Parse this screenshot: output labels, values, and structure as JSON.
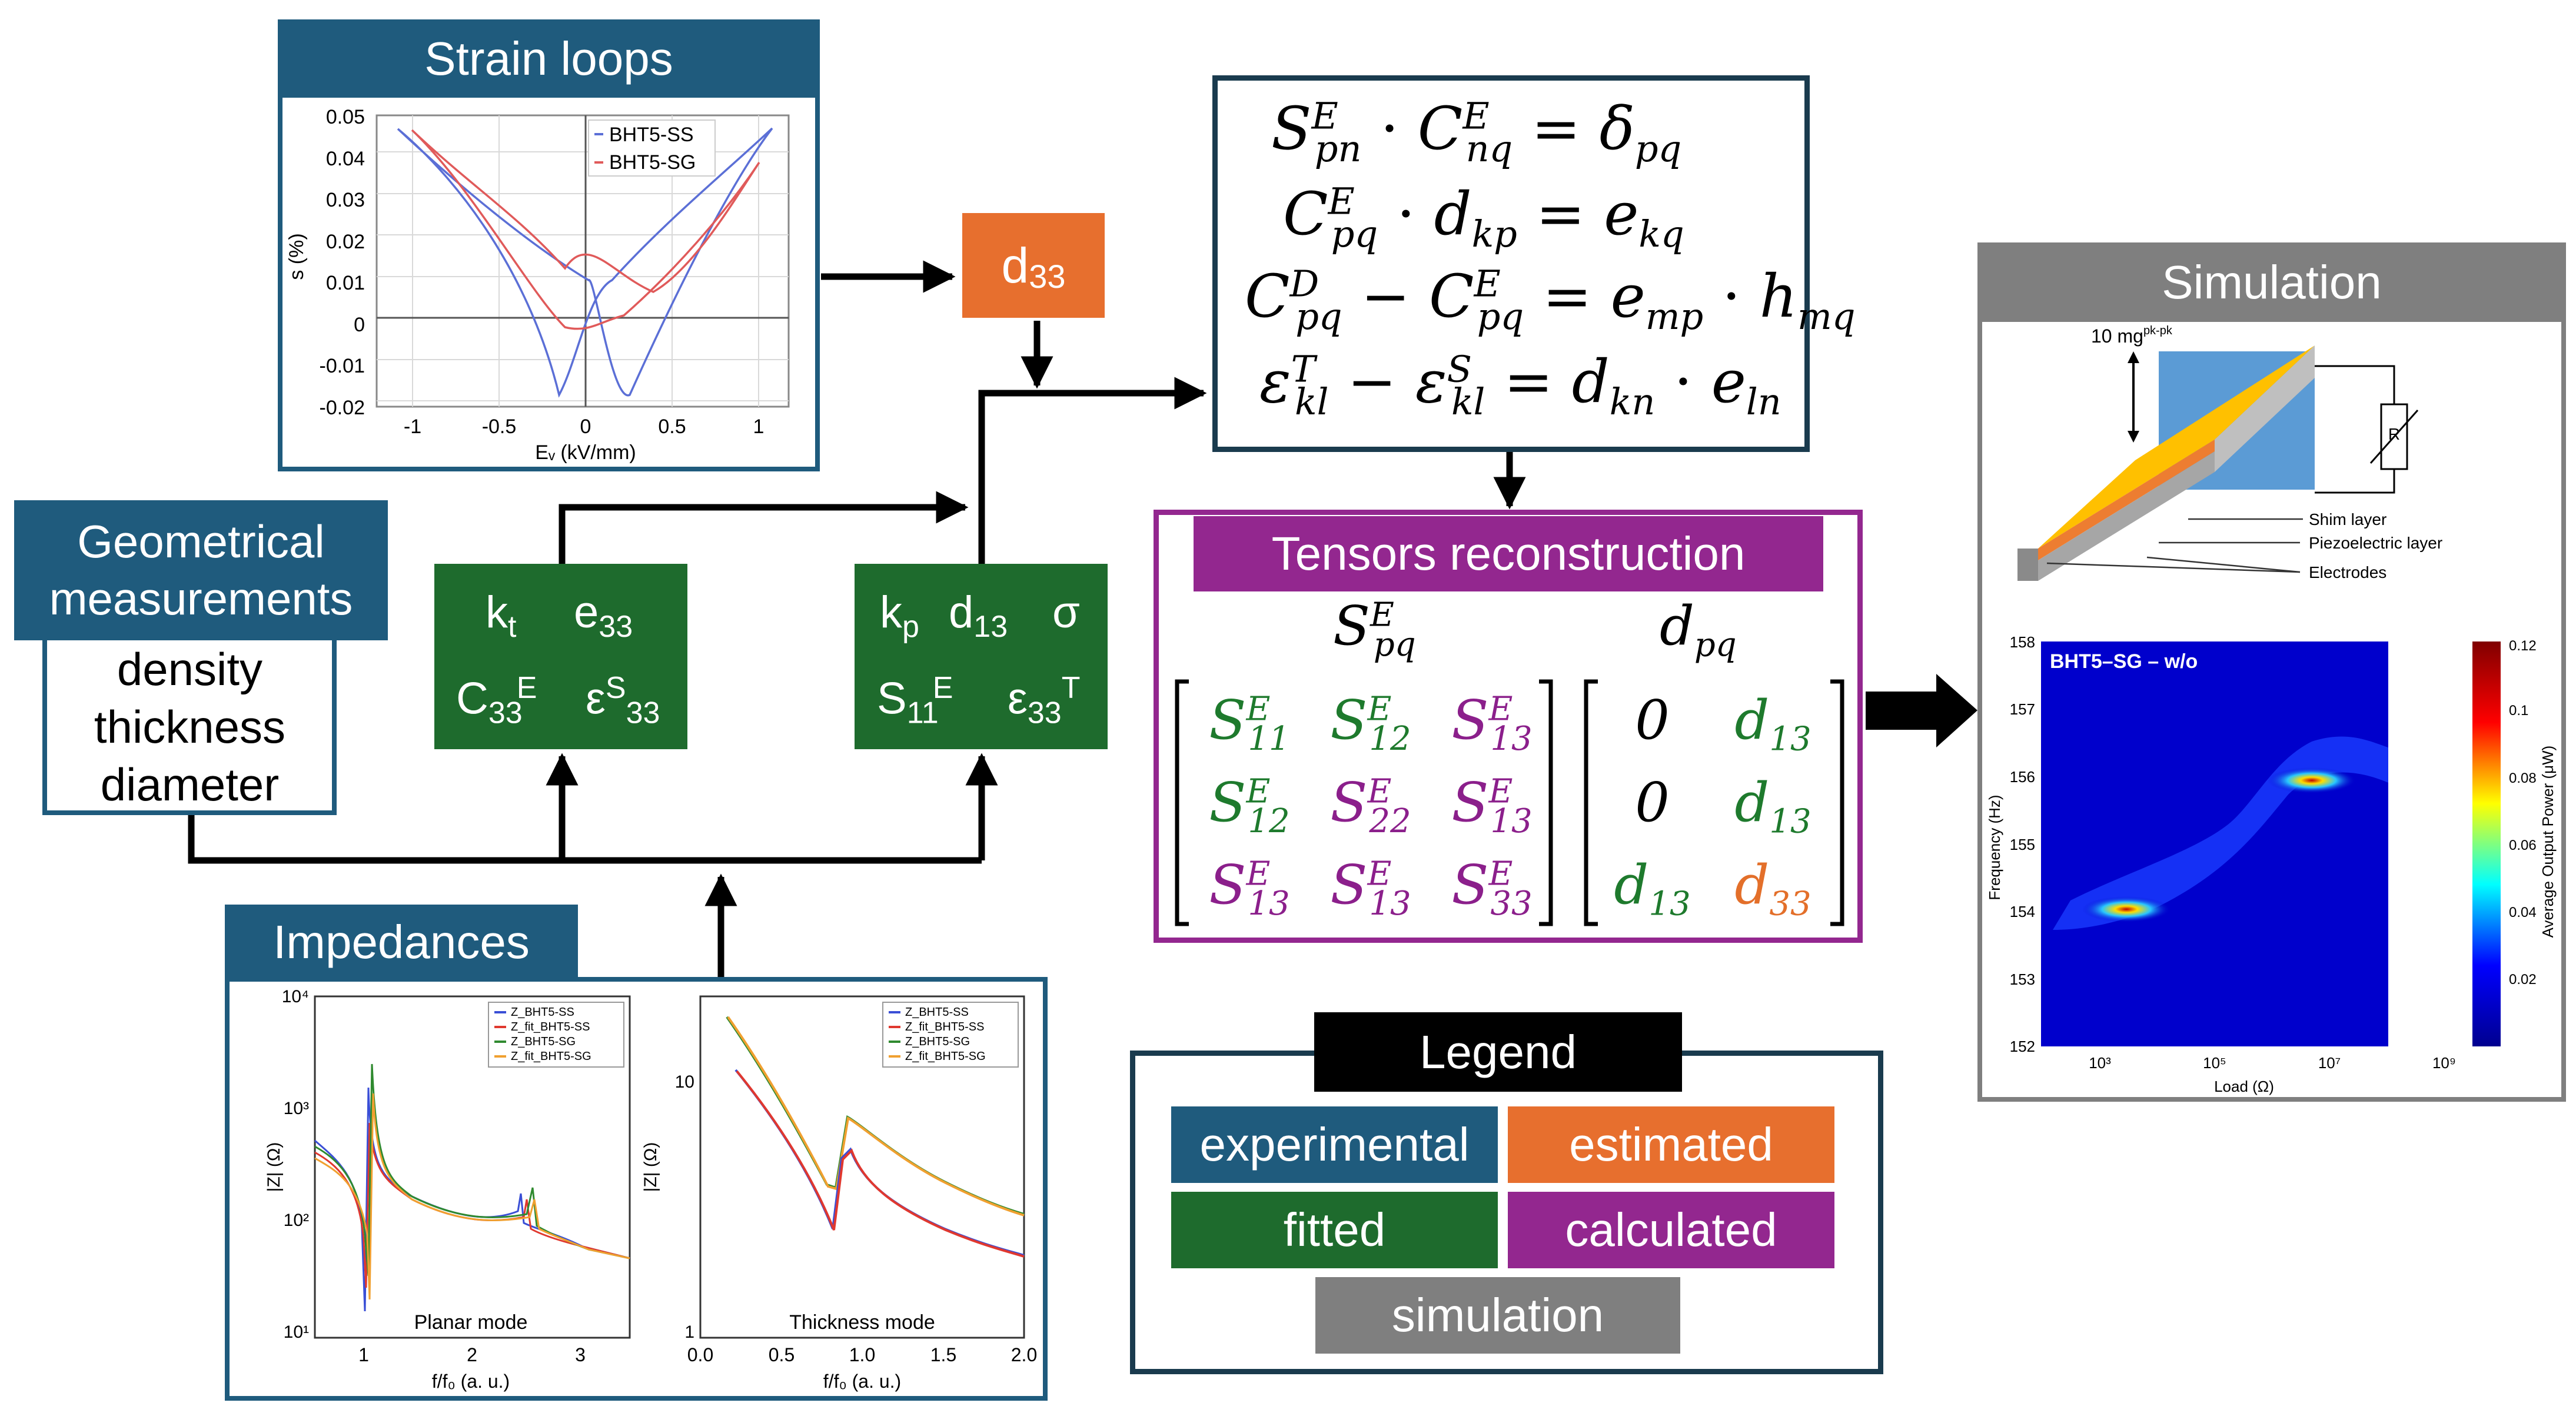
{
  "strain": {
    "title": "Strain loops",
    "yticks": [
      "0.05",
      "0.04",
      "0.03",
      "0.02",
      "0.01",
      "0",
      "-0.01",
      "-0.02"
    ],
    "xticks": [
      "-1",
      "-0.5",
      "0",
      "0.5",
      "1"
    ],
    "ylabel": "s (%)",
    "xlabel": "Eᵥ (kV/mm)",
    "legend": [
      "BHT5-SS",
      "BHT5-SG"
    ]
  },
  "d33": {
    "base": "d",
    "sub": "33"
  },
  "geom": {
    "title1": "Geometrical",
    "title2": "measurements",
    "items": [
      "density",
      "thickness",
      "diameter"
    ]
  },
  "green1": {
    "kt": {
      "base": "k",
      "sub": "t"
    },
    "e33": {
      "base": "e",
      "sub": "33"
    },
    "c33": {
      "base": "C",
      "sub": "33",
      "sup": "E"
    },
    "eps33": {
      "base": "ε",
      "sup": "S",
      "sub": "33"
    }
  },
  "green2": {
    "kp": {
      "base": "k",
      "sub": "p"
    },
    "d13": {
      "base": "d",
      "sub": "13"
    },
    "sigma": "σ",
    "s11": {
      "base": "S",
      "sub": "11",
      "sup": "E"
    },
    "eps33": {
      "base": "ε",
      "sub": "33",
      "sup": "T"
    }
  },
  "equations": {
    "eq1": {
      "a": "S",
      "a_sup": "E",
      "a_sub": "pn",
      "op1": "·",
      "b": "C",
      "b_sup": "E",
      "b_sub": "nq",
      "eq": "=",
      "c": "δ",
      "c_sub": "pq"
    },
    "eq2": {
      "a": "C",
      "a_sup": "E",
      "a_sub": "pq",
      "op1": "·",
      "b": "d",
      "b_sub": "kp",
      "eq": "=",
      "c": "e",
      "c_sub": "kq"
    },
    "eq3": {
      "a": "C",
      "a_sup": "D",
      "a_sub": "pq",
      "op1": "−",
      "b": "C",
      "b_sup": "E",
      "b_sub": "pq",
      "eq": "=",
      "c": "e",
      "c_sub": "mp",
      "op2": "·",
      "d": "h",
      "d_sub": "mq"
    },
    "eq4": {
      "a": "ε",
      "a_sup": "T",
      "a_sub": "kl",
      "op1": "−",
      "b": "ε",
      "b_sup": "S",
      "b_sub": "kl",
      "eq": "=",
      "c": "d",
      "c_sub": "kn",
      "op2": "·",
      "d": "e",
      "d_sub": "ln"
    }
  },
  "tensors": {
    "title": "Tensors reconstruction",
    "s_label": {
      "base": "S",
      "sup": "E",
      "sub": "pq"
    },
    "d_label": {
      "base": "d",
      "sub": "pq"
    },
    "s_matrix": [
      [
        {
          "base": "S",
          "sup": "E",
          "sub": "11",
          "color": "green"
        },
        {
          "base": "S",
          "sup": "E",
          "sub": "12",
          "color": "green"
        },
        {
          "base": "S",
          "sup": "E",
          "sub": "13",
          "color": "purple"
        }
      ],
      [
        {
          "base": "S",
          "sup": "E",
          "sub": "12",
          "color": "green"
        },
        {
          "base": "S",
          "sup": "E",
          "sub": "22",
          "color": "purple"
        },
        {
          "base": "S",
          "sup": "E",
          "sub": "13",
          "color": "purple"
        }
      ],
      [
        {
          "base": "S",
          "sup": "E",
          "sub": "13",
          "color": "purple"
        },
        {
          "base": "S",
          "sup": "E",
          "sub": "13",
          "color": "purple"
        },
        {
          "base": "S",
          "sup": "E",
          "sub": "33",
          "color": "purple"
        }
      ]
    ],
    "d_matrix": [
      [
        {
          "base": "0",
          "color": "black"
        },
        {
          "base": "d",
          "sub": "13",
          "color": "green"
        }
      ],
      [
        {
          "base": "0",
          "color": "black"
        },
        {
          "base": "d",
          "sub": "13",
          "color": "green"
        }
      ],
      [
        {
          "base": "d",
          "sub": "13",
          "color": "green"
        },
        {
          "base": "d",
          "sub": "33",
          "color": "orange"
        }
      ]
    ]
  },
  "simulation": {
    "title": "Simulation",
    "amp_label": "10 mg",
    "amp_sup": "pk-pk",
    "resistor": "R",
    "labels": [
      "Shim layer",
      "Piezoelectric layer",
      "Electrodes"
    ],
    "heatmap_title": "BHT5–SG – w/o",
    "yticks": [
      "158",
      "157",
      "156",
      "155",
      "154",
      "153",
      "152"
    ],
    "ylabel": "Frequency (Hz)",
    "xticks": [
      "10³",
      "10⁵",
      "10⁷",
      "10⁹"
    ],
    "xlabel": "Load (Ω)",
    "cbar_ticks": [
      "0.12",
      "0.1",
      "0.08",
      "0.06",
      "0.04",
      "0.02"
    ],
    "cbar_label": "Average Output Power (μW)"
  },
  "impedances": {
    "title": "Impedances",
    "left": {
      "yticks": [
        "10⁴",
        "10³",
        "10²",
        "10¹"
      ],
      "xticks": [
        "1",
        "2",
        "3"
      ],
      "ylabel": "|Z| (Ω)",
      "xlabel": "f/f₀ (a. u.)",
      "mode": "Planar mode",
      "legend": [
        "Z_BHT5-SS",
        "Z_fit_BHT5-SS",
        "Z_BHT5-SG",
        "Z_fit_BHT5-SG"
      ]
    },
    "right": {
      "yticks": [
        "10",
        "1"
      ],
      "xticks": [
        "0.0",
        "0.5",
        "1.0",
        "1.5",
        "2.0"
      ],
      "ylabel": "|Z| (Ω)",
      "xlabel": "f/f₀ (a. u.)",
      "mode": "Thickness mode",
      "legend": [
        "Z_BHT5-SS",
        "Z_fit_BHT5-SS",
        "Z_BHT5-SG",
        "Z_fit_BHT5-SG"
      ]
    }
  },
  "legend": {
    "title": "Legend",
    "items": [
      "experimental",
      "estimated",
      "fitted",
      "calculated",
      "simulation"
    ]
  },
  "colors": {
    "blue": "#1f5b7d",
    "orange": "#e76f2e",
    "green": "#1e6b2d",
    "purple": "#93278f",
    "gray": "#7f7f7f",
    "black": "#000000"
  }
}
